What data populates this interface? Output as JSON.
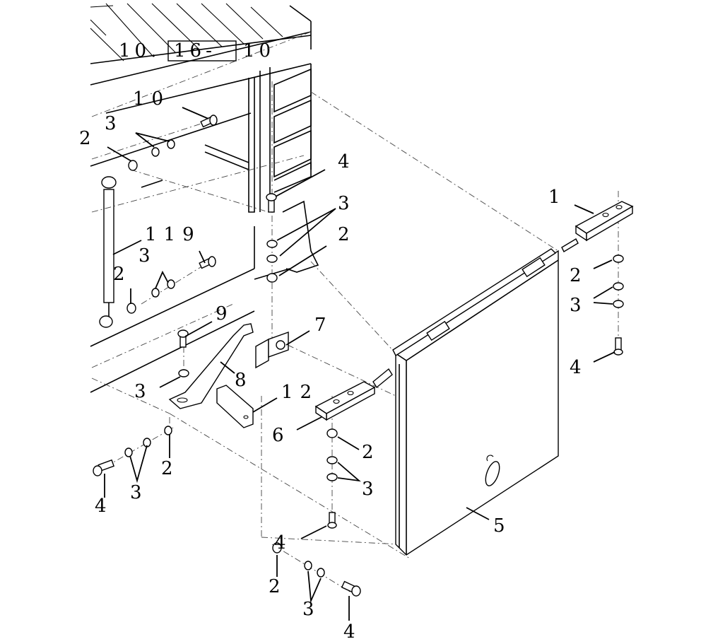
{
  "reference": {
    "prefix": "10.",
    "boxed": "16-",
    "suffix": "10"
  },
  "callouts": {
    "c10": "10",
    "c119": "119",
    "c12": "12",
    "c1": "1",
    "c2": "2",
    "c3": "3",
    "c4": "4",
    "c5": "5",
    "c6": "6",
    "c7": "7",
    "c8": "8",
    "c9": "9"
  }
}
